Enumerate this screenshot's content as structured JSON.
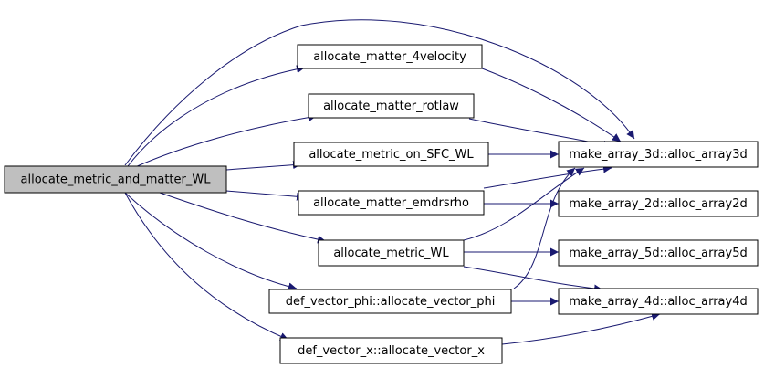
{
  "graph": {
    "edge_color": "#191970",
    "root_fill": "#bfbfbf",
    "nodes": {
      "root": "allocate_metric_and_matter_WL",
      "m4v": "allocate_matter_4velocity",
      "rotlaw": "allocate_matter_rotlaw",
      "sfc": "allocate_metric_on_SFC_WL",
      "emd": "allocate_matter_emdrsrho",
      "mwl": "allocate_metric_WL",
      "vphi": "def_vector_phi::allocate_vector_phi",
      "vx": "def_vector_x::allocate_vector_x",
      "a3d": "make_array_3d::alloc_array3d",
      "a2d": "make_array_2d::alloc_array2d",
      "a5d": "make_array_5d::alloc_array5d",
      "a4d": "make_array_4d::alloc_array4d"
    },
    "edges": [
      [
        "root",
        "m4v"
      ],
      [
        "root",
        "rotlaw"
      ],
      [
        "root",
        "sfc"
      ],
      [
        "root",
        "emd"
      ],
      [
        "root",
        "mwl"
      ],
      [
        "root",
        "vphi"
      ],
      [
        "root",
        "vx"
      ],
      [
        "root",
        "a3d"
      ],
      [
        "m4v",
        "a3d"
      ],
      [
        "rotlaw",
        "a3d"
      ],
      [
        "sfc",
        "a3d"
      ],
      [
        "emd",
        "a3d"
      ],
      [
        "emd",
        "a2d"
      ],
      [
        "mwl",
        "a3d"
      ],
      [
        "mwl",
        "a5d"
      ],
      [
        "mwl",
        "a4d"
      ],
      [
        "vphi",
        "a3d"
      ],
      [
        "vphi",
        "a4d"
      ],
      [
        "vx",
        "a4d"
      ]
    ]
  }
}
